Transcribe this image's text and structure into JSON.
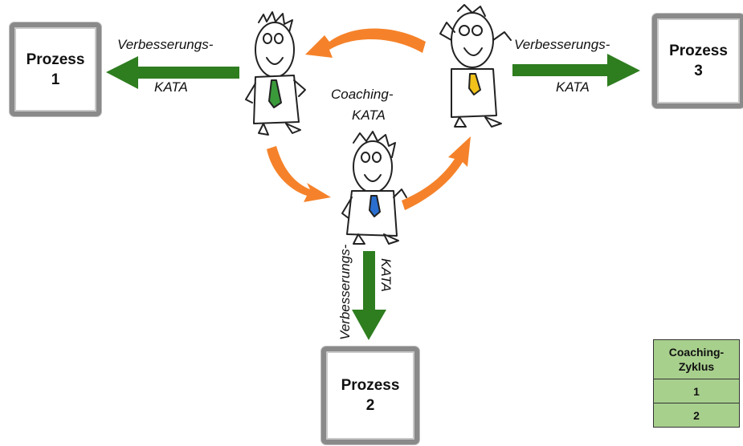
{
  "processes": [
    {
      "title": "Prozess",
      "number": "1"
    },
    {
      "title": "Prozess",
      "number": "2"
    },
    {
      "title": "Prozess",
      "number": "3"
    }
  ],
  "labels": {
    "verbesserung_left": "Verbesserungs-",
    "kata_left": "KATA",
    "verbesserung_right": "Verbesserungs-",
    "kata_right": "KATA",
    "verbesserung_down": "Verbesserungs-",
    "kata_down": "KATA",
    "coaching": "Coaching-",
    "coaching_kata": "KATA"
  },
  "coaching_table": {
    "header_line1": "Coaching-",
    "header_line2": "Zyklus",
    "rows": [
      "1",
      "2"
    ]
  },
  "colors": {
    "improvement_arrow": "#2e7d1f",
    "coaching_arrow": "#f5822a",
    "tie_left": "#3a9a3a",
    "tie_center": "#2a6fd0",
    "tie_right": "#f2c21b",
    "table_fill": "#a8d08d"
  }
}
